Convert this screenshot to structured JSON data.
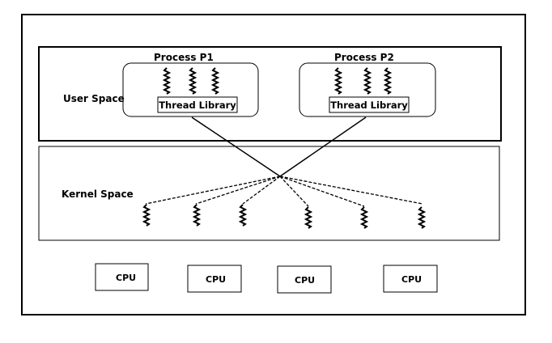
{
  "user_space": {
    "label": "User Space"
  },
  "kernel_space": {
    "label": "Kernel Space"
  },
  "processes": [
    {
      "label": "Process P1",
      "library_label": "Thread Library"
    },
    {
      "label": "Process P2",
      "library_label": "Thread Library"
    }
  ],
  "cpus": [
    {
      "label": "CPU"
    },
    {
      "label": "CPU"
    },
    {
      "label": "CPU"
    },
    {
      "label": "CPU"
    }
  ]
}
